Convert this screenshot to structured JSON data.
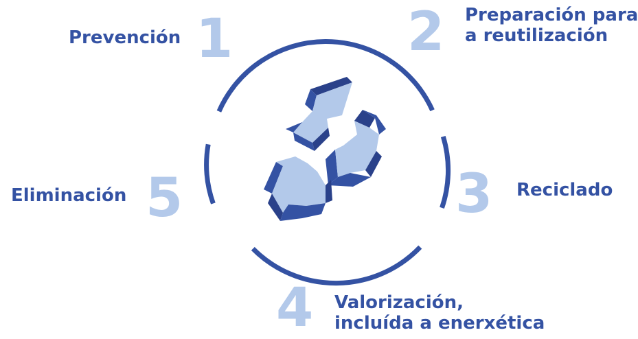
{
  "colors": {
    "primary": "#3452a3",
    "light": "#b3c9ea",
    "shadow": "#2a418a",
    "background": "#ffffff"
  },
  "center_icon": "recycle-arrows-icon",
  "steps": [
    {
      "number": "1",
      "lines": [
        "Prevención"
      ]
    },
    {
      "number": "2",
      "lines": [
        "Preparación para",
        "a reutilización"
      ]
    },
    {
      "number": "3",
      "lines": [
        "Reciclado"
      ]
    },
    {
      "number": "4",
      "lines": [
        "Valorización,",
        "incluída a enerxética"
      ]
    },
    {
      "number": "5",
      "lines": [
        "Eliminación"
      ]
    }
  ]
}
